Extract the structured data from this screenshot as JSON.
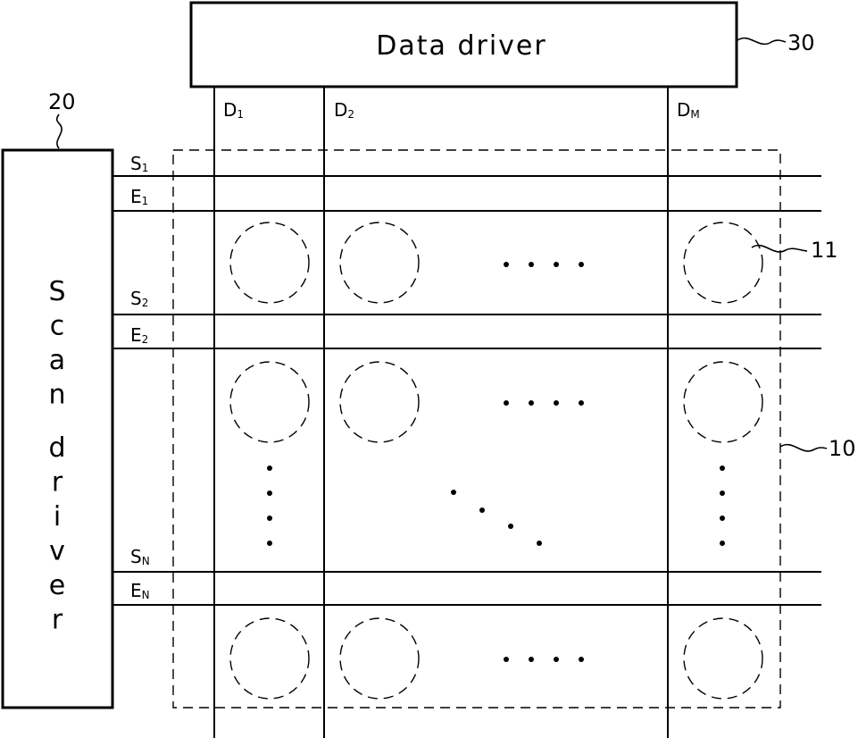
{
  "data_driver": {
    "label": "Data driver",
    "ref": "30"
  },
  "scan_driver": {
    "label": "Scan driver",
    "ref": "20"
  },
  "panel_ref": "10",
  "pixel_ref": "11",
  "data_lines": [
    {
      "letter": "D",
      "sub": "1"
    },
    {
      "letter": "D",
      "sub": "2"
    },
    {
      "letter": "D",
      "sub": "M"
    }
  ],
  "scan_lines": [
    {
      "letter": "S",
      "sub": "1"
    },
    {
      "letter": "E",
      "sub": "1"
    },
    {
      "letter": "S",
      "sub": "2"
    },
    {
      "letter": "E",
      "sub": "2"
    },
    {
      "letter": "S",
      "sub": "N"
    },
    {
      "letter": "E",
      "sub": "N"
    }
  ]
}
